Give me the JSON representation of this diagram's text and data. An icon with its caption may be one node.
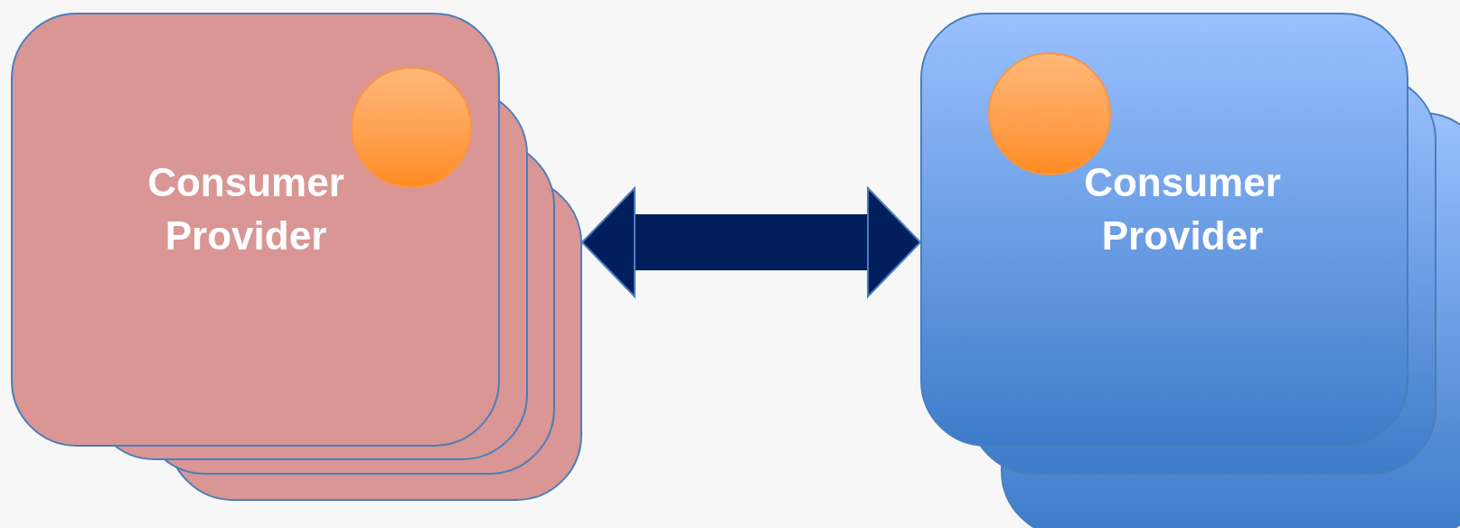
{
  "diagram": {
    "nodes": [
      {
        "text": [
          "Consumer",
          "Provider"
        ]
      },
      {
        "text": [],
        "shape": "circle",
        "in": 0
      },
      {
        "text": [
          "Consumer",
          "Provider"
        ]
      },
      {
        "text": [],
        "shape": "circle",
        "in": 2
      }
    ],
    "edges": [
      {
        "from": 0,
        "to": 2,
        "arrow": "both"
      }
    ]
  }
}
